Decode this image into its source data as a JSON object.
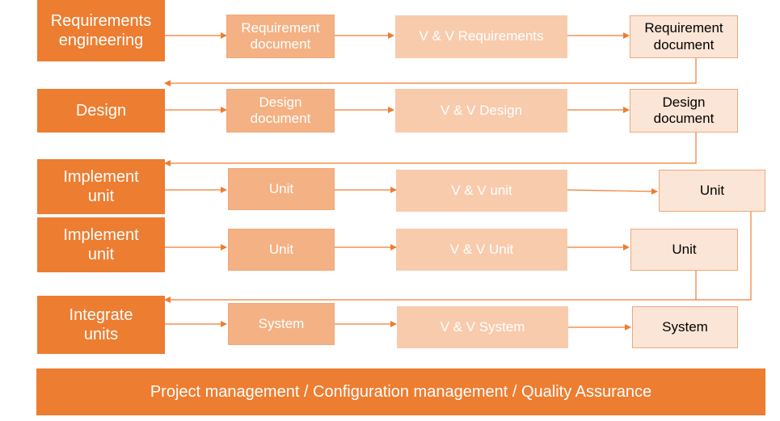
{
  "rows": [
    {
      "phase": "Requirements\nengineering",
      "artifact": "Requirement\ndocument",
      "vv": "V & V Requirements",
      "result": "Requirement\ndocument"
    },
    {
      "phase": "Design",
      "artifact": "Design\ndocument",
      "vv": "V & V Design",
      "result": "Design\ndocument"
    },
    {
      "phase": "Implement\nunit",
      "artifact": "Unit",
      "vv": "V & V unit",
      "result": "Unit"
    },
    {
      "phase": "Implement\nunit",
      "artifact": "Unit",
      "vv": "V & V Unit",
      "result": "Unit"
    },
    {
      "phase": "Integrate\nunits",
      "artifact": "System",
      "vv": "V & V System",
      "result": "System"
    }
  ],
  "footer": {
    "label": "Project management / Configuration management / Quality Assurance"
  },
  "colors": {
    "phase": "#ed7d31",
    "artifact": "#f4b183",
    "vv": "#f8cbad",
    "result": "#fbe5d6",
    "connector": "#ed7d31"
  }
}
